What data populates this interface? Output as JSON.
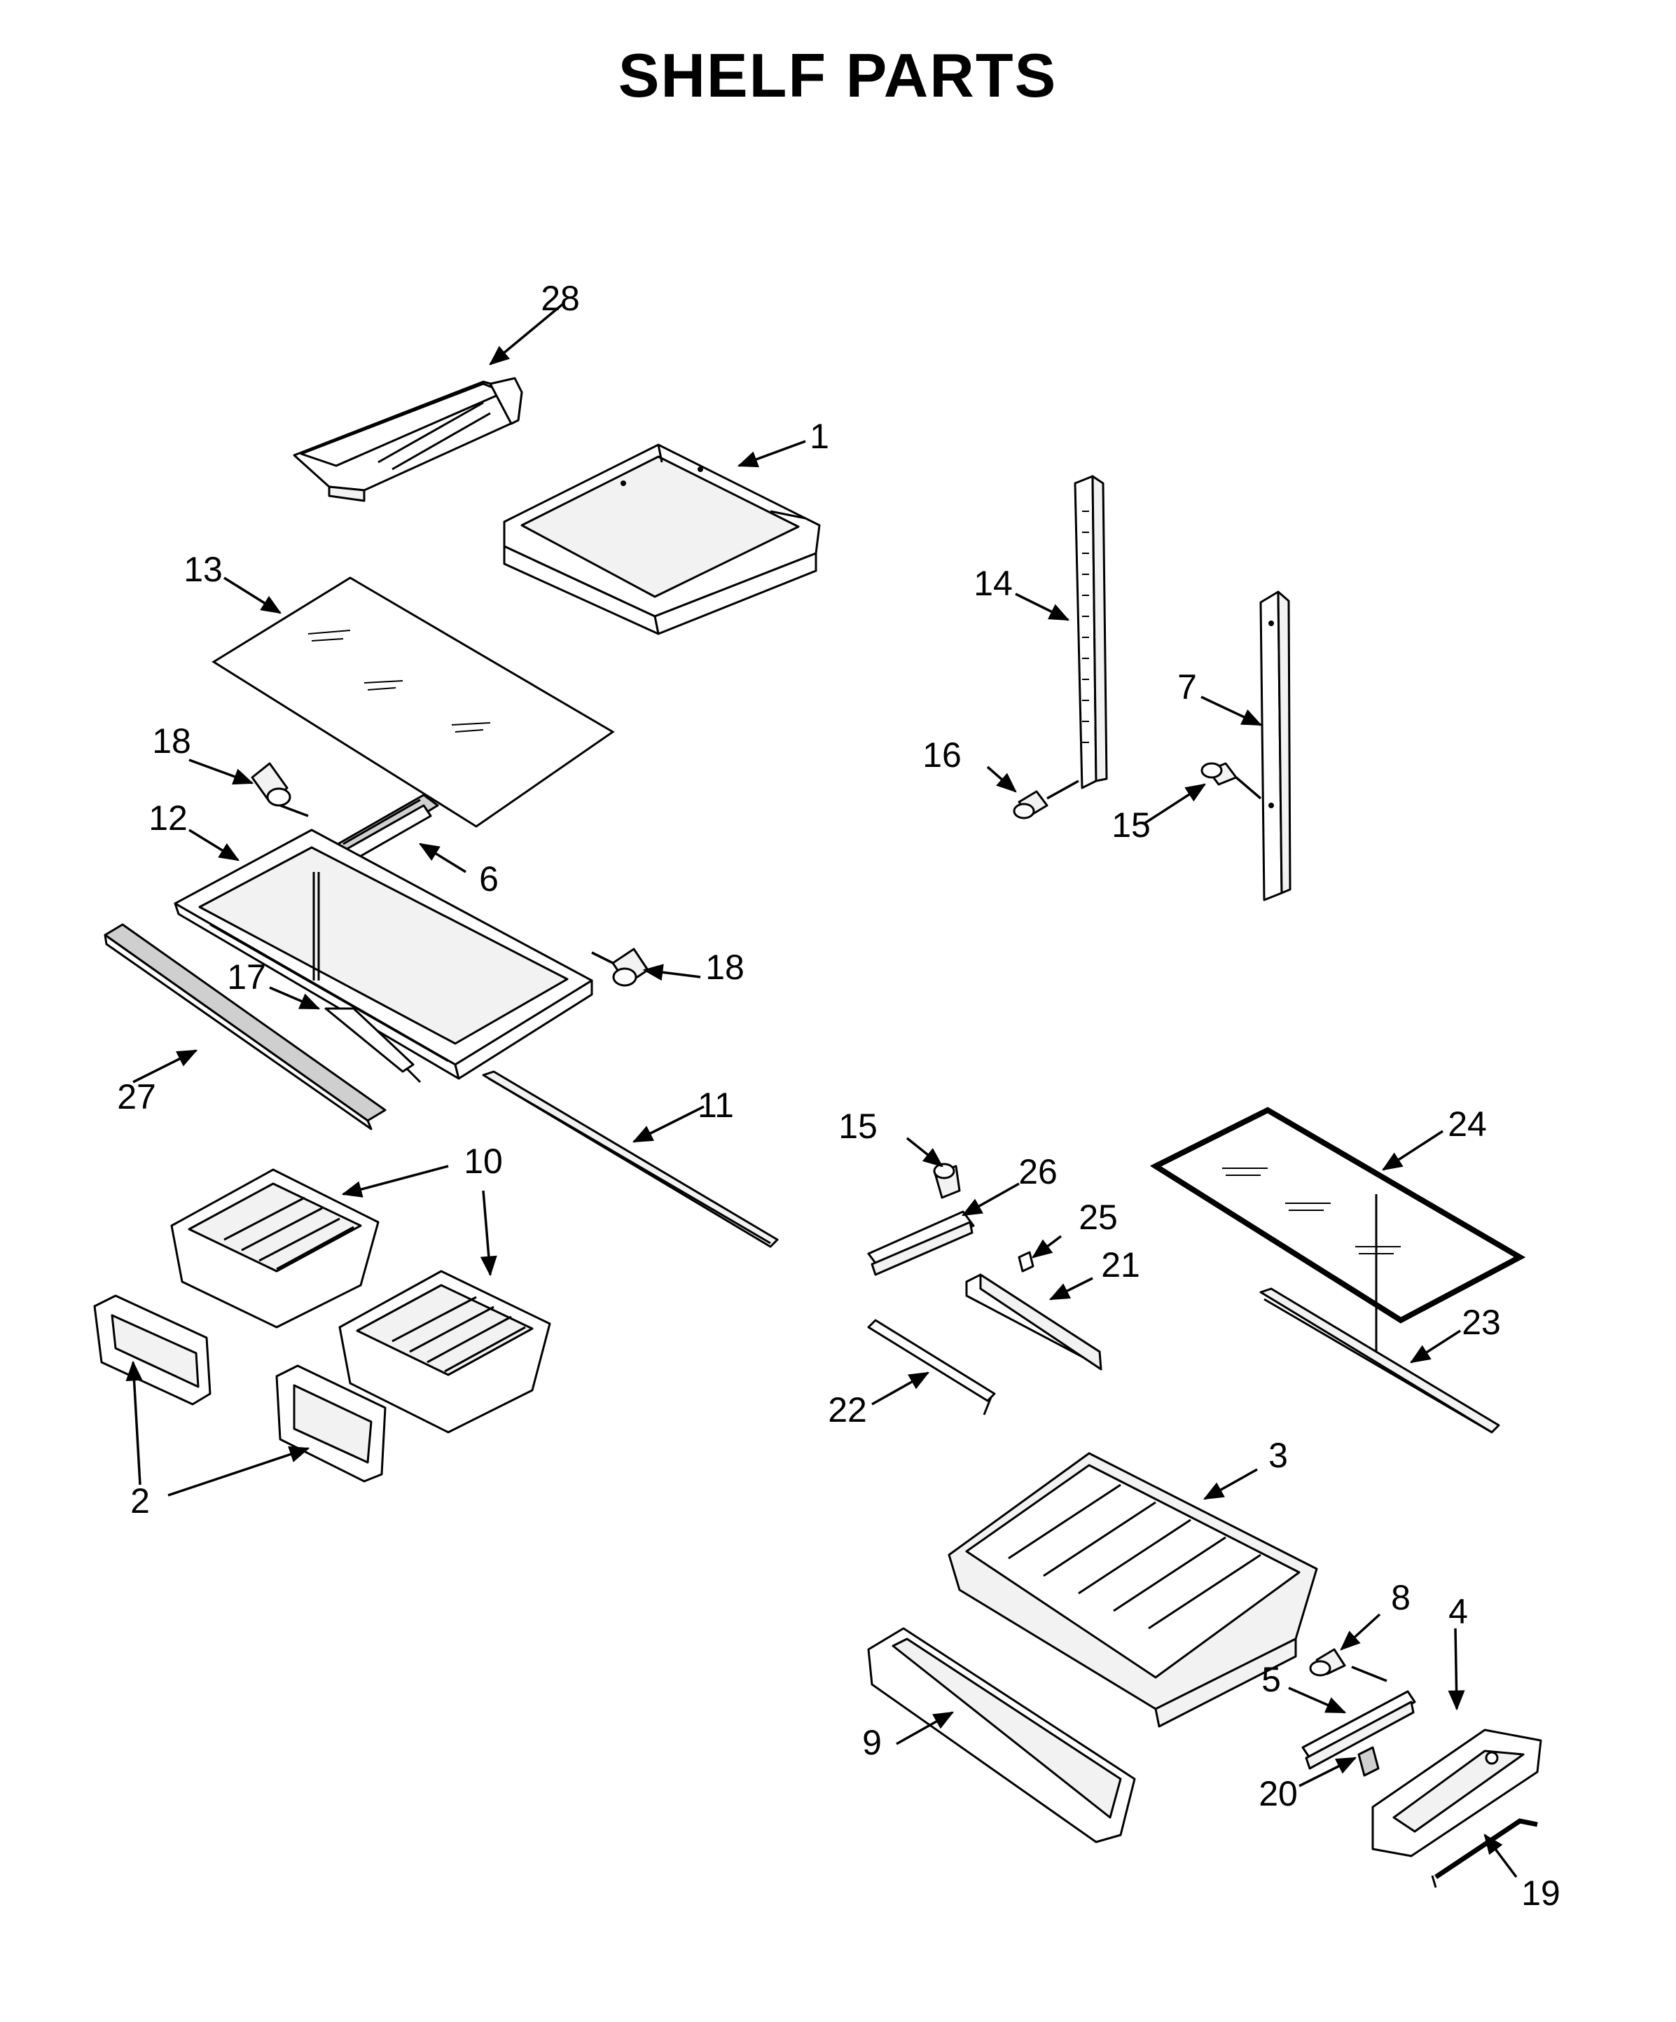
{
  "title": "SHELF PARTS",
  "callouts": {
    "c1": "1",
    "c2": "2",
    "c3": "3",
    "c4": "4",
    "c5": "5",
    "c6": "6",
    "c7": "7",
    "c8": "8",
    "c9": "9",
    "c10": "10",
    "c11": "11",
    "c12": "12",
    "c13": "13",
    "c14": "14",
    "c15a": "15",
    "c15b": "15",
    "c16": "16",
    "c17": "17",
    "c18a": "18",
    "c18b": "18",
    "c19": "19",
    "c20": "20",
    "c21": "21",
    "c22": "22",
    "c23": "23",
    "c24": "24",
    "c25": "25",
    "c26": "26",
    "c27": "27",
    "c28": "28"
  }
}
